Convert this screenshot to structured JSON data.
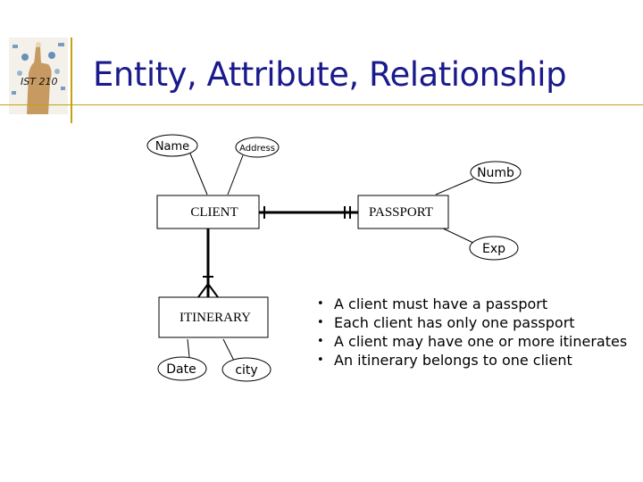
{
  "logo": {
    "text": "IST 210"
  },
  "title": "Entity, Attribute, Relationship",
  "diagram": {
    "entities": {
      "client": "CLIENT",
      "passport": "PASSPORT",
      "itinerary": "ITINERARY"
    },
    "attributes": {
      "name": "Name",
      "address": "Address",
      "numb": "Numb",
      "exp": "Exp",
      "date": "Date",
      "city": "city"
    }
  },
  "notes": [
    "A client must have a passport",
    "Each client has only one passport",
    "A client may have one or more itinerates",
    "An itinerary belongs to one client"
  ],
  "colors": {
    "title": "#1a1a8c",
    "accent_bar": "#c8a010"
  }
}
